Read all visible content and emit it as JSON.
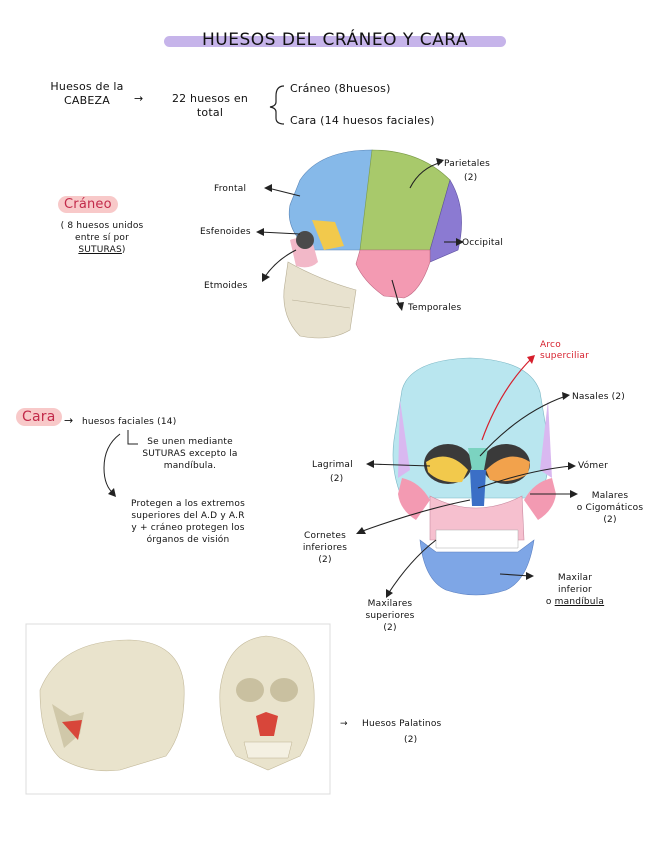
{
  "title": "HUESOS DEL CRÁNEO Y CARA",
  "head": {
    "label_line1": "Huesos de la",
    "label_line2": "CABEZA",
    "total_line1": "22 huesos en",
    "total_line2": "total",
    "branch_cranium": "Cráneo (8huesos)",
    "branch_face": "Cara (14 huesos faciales)"
  },
  "cranium": {
    "heading": "Cráneo",
    "note_line1": "( 8 huesos unidos",
    "note_line2": "entre sí por",
    "note_line3": "SUTURAS",
    "note_line3_end": ")",
    "labels": {
      "frontal": "Frontal",
      "parietales": "Parietales",
      "parietales_count": "(2)",
      "esfenoides": "Esfenoides",
      "occipital": "Occipital",
      "etmoides": "Etmoides",
      "temporales": "Temporales"
    }
  },
  "face": {
    "heading": "Cara",
    "subtitle": "huesos faciales (14)",
    "note1_line1": "Se unen mediante",
    "note1_line2": "SUTURAS excepto la",
    "note1_line3": "mandíbula.",
    "note2_line1": "Protegen a los extremos",
    "note2_line2": "superiores del A.D y A.R",
    "note2_line3": "y + cráneo protegen los",
    "note2_line4": "órganos de visión",
    "labels": {
      "arco_line1": "Arco",
      "arco_line2": "superciliar",
      "nasales": "Nasales (2)",
      "lagrimal": "Lagrimal",
      "lagrimal_count": "(2)",
      "vomer": "Vómer",
      "malares_line1": "Malares",
      "malares_line2": "o Cigomáticos",
      "malares_count": "(2)",
      "cornetes_line1": "Cornetes",
      "cornetes_line2": "inferiores",
      "cornetes_count": "(2)",
      "maxilar_inf_line1": "Maxilar",
      "maxilar_inf_line2": "inferior",
      "maxilar_inf_line3_pre": "o",
      "maxilar_inf_line3": "mandíbula",
      "maxilares_sup_line1": "Maxilares",
      "maxilares_sup_line2": "superiores",
      "maxilares_sup_count": "(2)"
    }
  },
  "palatine": {
    "label": "Huesos Palatinos",
    "count": "(2)"
  },
  "colors": {
    "title_highlight": "#c6b4ea",
    "pill": "#f8c9c9",
    "accent_red": "#d61f2c",
    "frontal": "#7fb6e6",
    "parietal": "#a9c86b",
    "occipital": "#8a7bd1",
    "temporal": "#f39ab2",
    "sphenoid": "#f2c94c",
    "maxilla": "#f3b3c3",
    "mandible": "#7ea6e6"
  }
}
